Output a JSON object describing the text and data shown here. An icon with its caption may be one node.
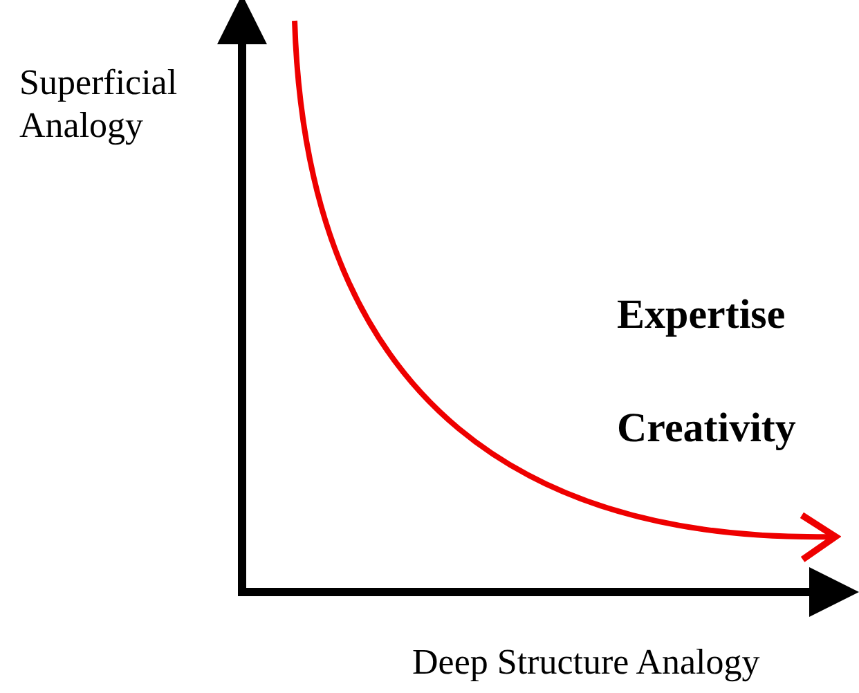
{
  "diagram": {
    "labels": [
      "Superficial Analogy",
      "Expertise",
      "Creativity",
      "Deep Structure Analogy"
    ]
  }
}
